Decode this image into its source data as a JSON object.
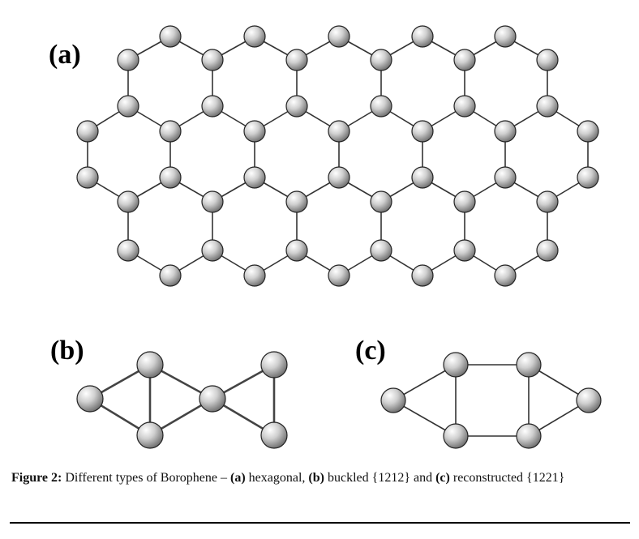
{
  "panels": [
    {
      "id": "a",
      "label": "(a)",
      "name": "hexagonal"
    },
    {
      "id": "b",
      "label": "(b)",
      "name": "buckled {1212}"
    },
    {
      "id": "c",
      "label": "(c)",
      "name": "reconstructed {1221}"
    }
  ],
  "caption": {
    "lead": "Figure 2:",
    "text1": " Different types of Borophene – ",
    "a": "(a)",
    "t_a": " hexagonal, ",
    "b": "(b)",
    "t_b": " buckled {1212} and ",
    "c": "(c)",
    "t_c": " reconstructed {1221}"
  },
  "colors": {
    "atom_highlight": "#ffffff",
    "atom_mid": "#c8c8c8",
    "atom_shadow": "#6e6e6e",
    "bond": "#333333"
  }
}
